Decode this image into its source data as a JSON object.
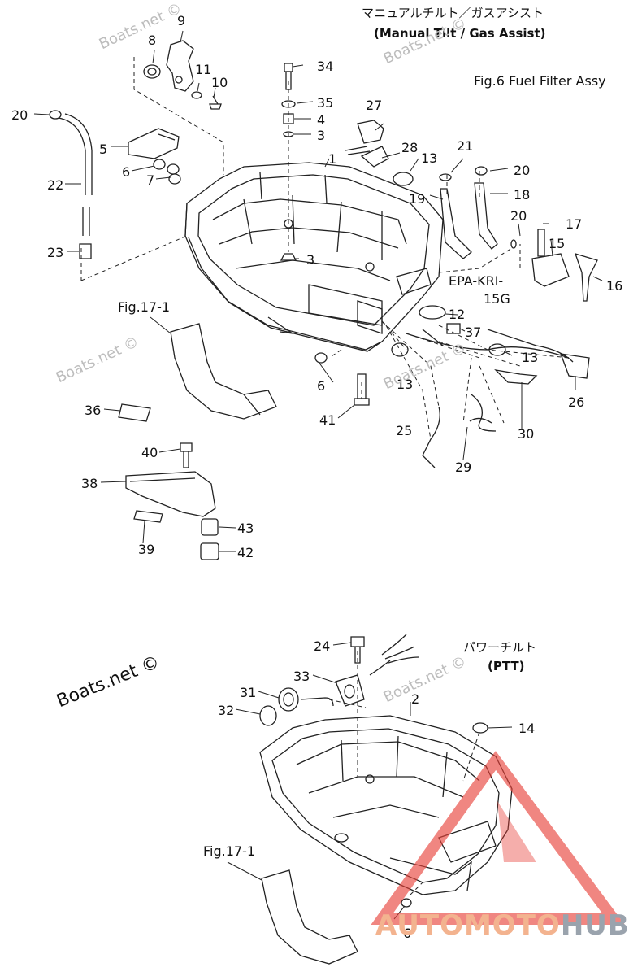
{
  "titles": {
    "manual_jp": "マニュアルチルト／ガスアシスト",
    "manual_en": "(Manual Tilt / Gas Assist)",
    "ptt_jp": "パワーチルト",
    "ptt_en": "(PTT)",
    "fuel_filter": "Fig.6 Fuel Filter Assy",
    "epa_line1": "EPA-KRI-",
    "epa_line2": "15G",
    "fig17_top": "Fig.17-1",
    "fig17_bottom": "Fig.17-1"
  },
  "watermarks": {
    "small": "Boats.net ©",
    "large": "Boats.net ©",
    "brand_part1": "AUTOMOTO",
    "brand_part2": "HUB"
  },
  "callouts": {
    "c1": "1",
    "c2": "2",
    "c3a": "3",
    "c3b": "3",
    "c4": "4",
    "c5": "5",
    "c6a": "6",
    "c6b": "6",
    "c6c": "6",
    "c7": "7",
    "c8": "8",
    "c9": "9",
    "c10": "10",
    "c11": "11",
    "c12": "12",
    "c13a": "13",
    "c13b": "13",
    "c13c": "13",
    "c14": "14",
    "c15": "15",
    "c16": "16",
    "c17": "17",
    "c18": "18",
    "c19": "19",
    "c20a": "20",
    "c20b": "20",
    "c20c": "20",
    "c21": "21",
    "c22": "22",
    "c23": "23",
    "c24": "24",
    "c25": "25",
    "c26": "26",
    "c27": "27",
    "c28": "28",
    "c29": "29",
    "c30": "30",
    "c31": "31",
    "c32": "32",
    "c33": "33",
    "c34": "34",
    "c35": "35",
    "c36": "36",
    "c37": "37",
    "c38": "38",
    "c39": "39",
    "c40": "40",
    "c41": "41",
    "c42": "42",
    "c43": "43"
  },
  "colors": {
    "line": "#222222",
    "watermark": "#bdbdbd",
    "logo_red": "#e8413a",
    "brand_orange": "#f3b38f",
    "brand_gray": "#9aa3ad"
  }
}
